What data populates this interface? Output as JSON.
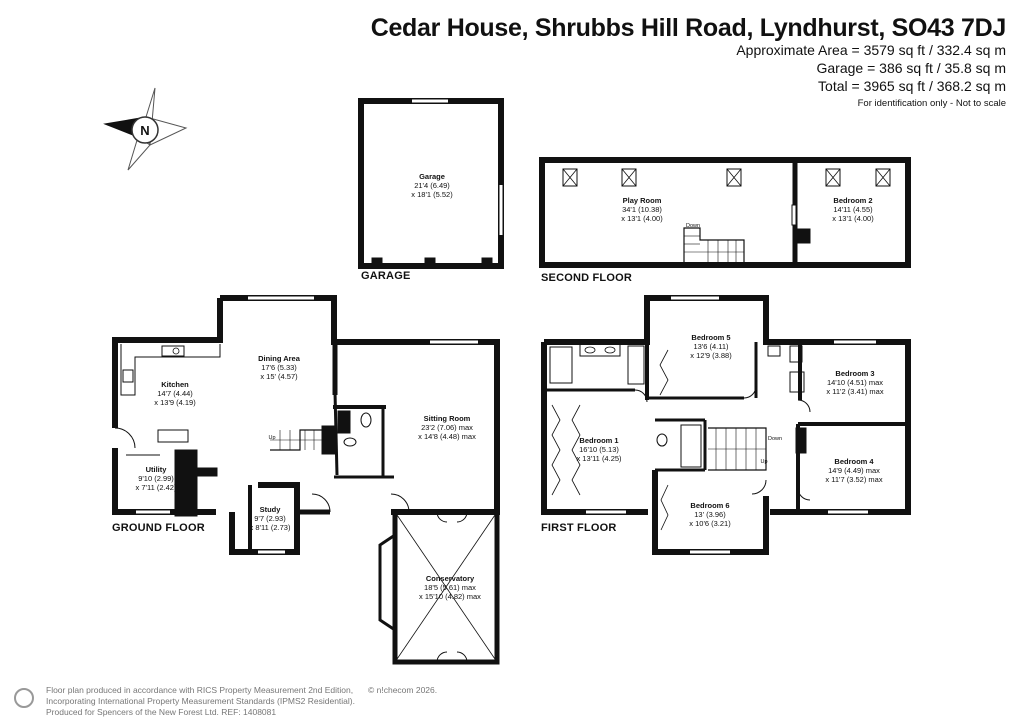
{
  "header": {
    "title": "Cedar House, Shrubbs Hill Road, Lyndhurst, SO43 7DJ",
    "area": "Approximate Area = 3579 sq ft / 332.4 sq m",
    "garage": "Garage = 386 sq ft / 35.8 sq m",
    "total": "Total = 3965 sq ft / 368.2 sq m",
    "note": "For identification only - Not to scale"
  },
  "compass": {
    "letter": "N",
    "icon": "compass-icon"
  },
  "floors": {
    "garage": "GARAGE",
    "second": "SECOND FLOOR",
    "ground": "GROUND FLOOR",
    "first": "FIRST FLOOR"
  },
  "rooms": {
    "garage": {
      "name": "Garage",
      "d1": "21'4 (6.49)",
      "d2": "x 18'1 (5.52)"
    },
    "play_room": {
      "name": "Play Room",
      "d1": "34'1 (10.38)",
      "d2": "x 13'1 (4.00)"
    },
    "bedroom2": {
      "name": "Bedroom 2",
      "d1": "14'11 (4.55)",
      "d2": "x 13'1 (4.00)"
    },
    "dining": {
      "name": "Dining Area",
      "d1": "17'6 (5.33)",
      "d2": "x 15' (4.57)"
    },
    "kitchen": {
      "name": "Kitchen",
      "d1": "14'7 (4.44)",
      "d2": "x 13'9 (4.19)"
    },
    "sitting": {
      "name": "Sitting Room",
      "d1": "23'2 (7.06) max",
      "d2": "x 14'8 (4.48) max"
    },
    "utility": {
      "name": "Utility",
      "d1": "9'10 (2.99)",
      "d2": "x 7'11 (2.42)"
    },
    "study": {
      "name": "Study",
      "d1": "9'7 (2.93)",
      "d2": "x 8'11 (2.73)"
    },
    "conservatory": {
      "name": "Conservatory",
      "d1": "18'5 (5.61) max",
      "d2": "x 15'10 (4.82) max"
    },
    "bedroom5": {
      "name": "Bedroom 5",
      "d1": "13'6 (4.11)",
      "d2": "x 12'9 (3.88)"
    },
    "bedroom3": {
      "name": "Bedroom 3",
      "d1": "14'10 (4.51) max",
      "d2": "x 11'2 (3.41) max"
    },
    "bedroom1": {
      "name": "Bedroom 1",
      "d1": "16'10 (5.13)",
      "d2": "x 13'11 (4.25)"
    },
    "bedroom4": {
      "name": "Bedroom 4",
      "d1": "14'9 (4.49) max",
      "d2": "x 11'7 (3.52) max"
    },
    "bedroom6": {
      "name": "Bedroom 6",
      "d1": "13' (3.96)",
      "d2": "x 10'6 (3.21)"
    }
  },
  "stairs": {
    "up": "Up",
    "down": "Down"
  },
  "footer": {
    "line1": "Floor plan produced in accordance with RICS Property Measurement 2nd Edition,",
    "line2": "Incorporating International Property Measurement Standards (IPMS2 Residential).",
    "line3": "Produced for Spencers of the New Forest Ltd.   REF:  1408081",
    "copyright": "© n!checom 2026."
  }
}
